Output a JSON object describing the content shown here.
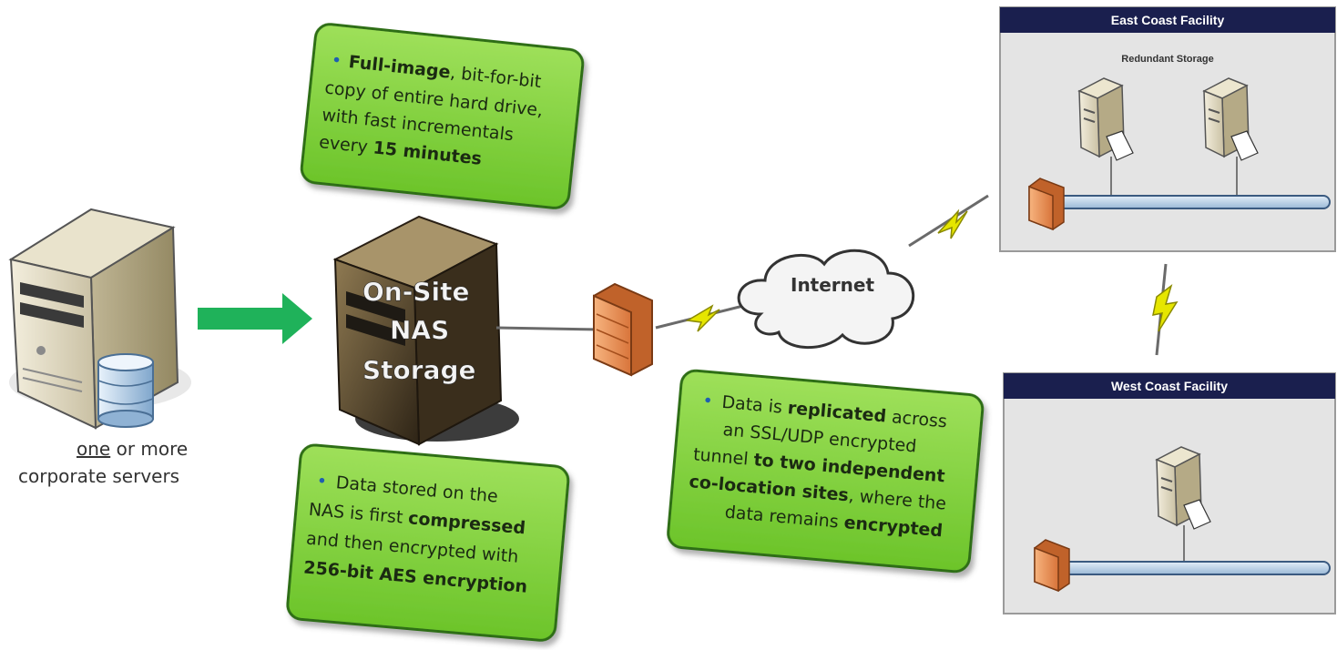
{
  "colors": {
    "note_fill": "#7fd13b",
    "note_border": "#2f6e14",
    "arrow": "#1fb25a",
    "facility_header": "#1a1f4e",
    "facility_panel": "#e4e4e4",
    "network_bar": "#c6d9ea",
    "firewall": "#e8935a",
    "lightning": "#e6e600"
  },
  "icons": [
    "server-icon",
    "database-icon",
    "nas-icon",
    "firewall-icon",
    "cloud-icon",
    "lightning-icon",
    "arrow-right-icon"
  ],
  "servers_label": {
    "line1_underlined": "one",
    "line1_rest": " or more",
    "line2": "corporate servers"
  },
  "nas": {
    "line1": "On-Site",
    "line2": "NAS",
    "line3": "Storage"
  },
  "internet": {
    "label": "Internet"
  },
  "note_top": {
    "bullet": "•",
    "l1_bold": "Full-image",
    "l1_rest": ", bit-for-bit",
    "l2": "copy of entire hard drive,",
    "l3": "with fast incrementals",
    "l4_pre": "every ",
    "l4_bold": "15 minutes"
  },
  "note_bottom": {
    "bullet": "•",
    "l1": "Data stored on the",
    "l2_pre": "NAS is first ",
    "l2_bold": "compressed",
    "l3": "and then encrypted with",
    "l4_bold": "256-bit AES encryption"
  },
  "note_mid": {
    "bullet": "•",
    "l1_pre": "Data is ",
    "l1_bold": "replicated",
    "l1_rest": " across",
    "l2": "an SSL/UDP encrypted",
    "l3_pre": "tunnel ",
    "l3_bold": "to two independent",
    "l4_bold": "co-location sites",
    "l4_rest": ", where the",
    "l5_pre": "data remains ",
    "l5_bold": "encrypted"
  },
  "east_facility": {
    "title": "East Coast Facility",
    "subtitle": "Redundant Storage"
  },
  "west_facility": {
    "title": "West Coast Facility"
  }
}
